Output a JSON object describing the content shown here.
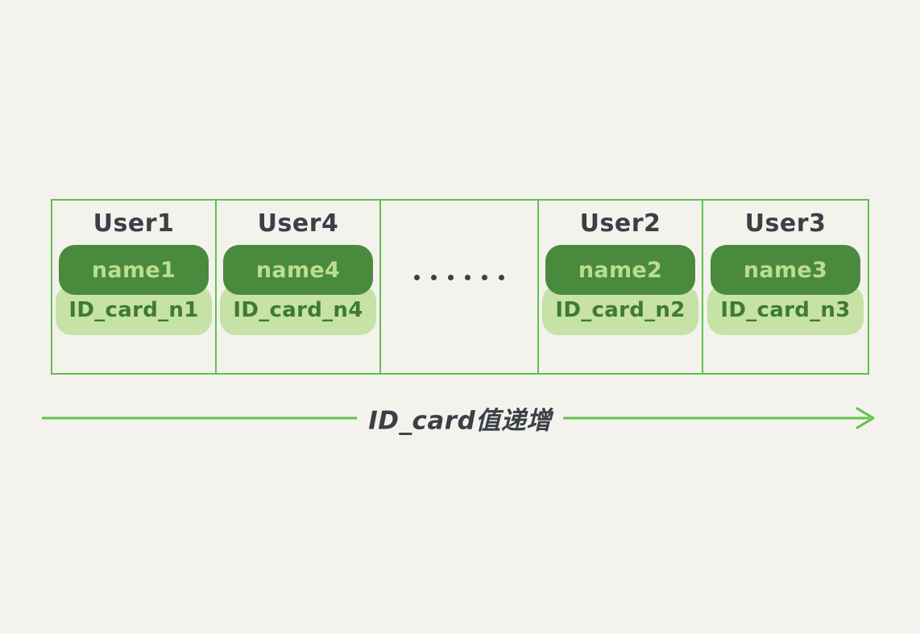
{
  "page": {
    "background_color": "#f4f2ed",
    "accent_color": "#62c14e",
    "pill_dark_color": "#4a8a3d",
    "pill_light_color": "#c6e2a6",
    "title_text_color": "#3a4046"
  },
  "table": {
    "cells": [
      {
        "type": "user",
        "title": "User1",
        "name_label": "name1",
        "id_label": "ID_card_n1"
      },
      {
        "type": "user",
        "title": "User4",
        "name_label": "name4",
        "id_label": "ID_card_n4"
      },
      {
        "type": "ellipsis",
        "title": "",
        "ellipsis": "……",
        "dot_count": 6
      },
      {
        "type": "user",
        "title": "User2",
        "name_label": "name2",
        "id_label": "ID_card_n2"
      },
      {
        "type": "user",
        "title": "User3",
        "name_label": "name3",
        "id_label": "ID_card_n3"
      }
    ]
  },
  "arrow": {
    "label": "ID_card值递增",
    "direction": "right",
    "color": "#62c14e"
  }
}
